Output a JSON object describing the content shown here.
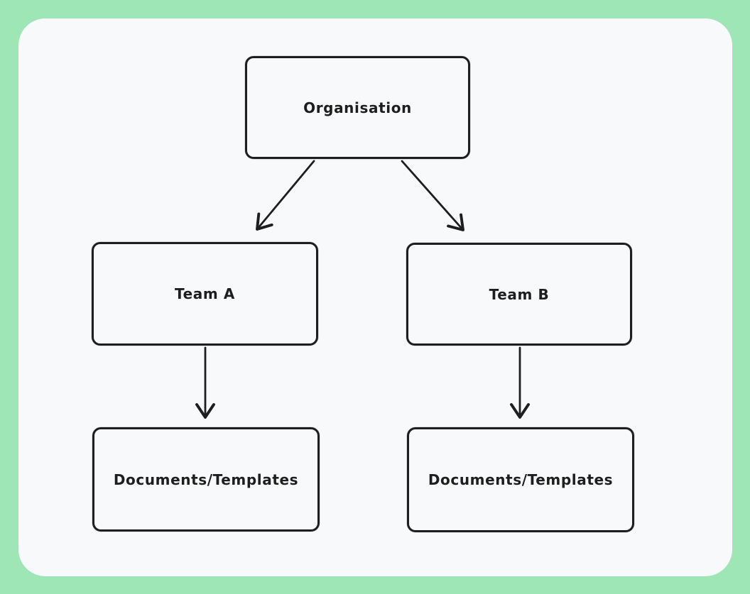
{
  "diagram": {
    "type": "org-chart",
    "style": "hand-drawn",
    "nodes": [
      {
        "id": "organisation",
        "label": "Organisation"
      },
      {
        "id": "team-a",
        "label": "Team A"
      },
      {
        "id": "team-b",
        "label": "Team B"
      },
      {
        "id": "docs-a",
        "label": "Documents/Templates"
      },
      {
        "id": "docs-b",
        "label": "Documents/Templates"
      }
    ],
    "edges": [
      {
        "from": "organisation",
        "to": "team-a",
        "arrow": "end"
      },
      {
        "from": "organisation",
        "to": "team-b",
        "arrow": "end"
      },
      {
        "from": "team-a",
        "to": "docs-a",
        "arrow": "end"
      },
      {
        "from": "team-b",
        "to": "docs-b",
        "arrow": "end"
      }
    ],
    "colors": {
      "frame": "#9fe6b6",
      "canvas": "#f8f9fb",
      "stroke": "#1e1e1e",
      "text": "#1e1e1e"
    }
  }
}
